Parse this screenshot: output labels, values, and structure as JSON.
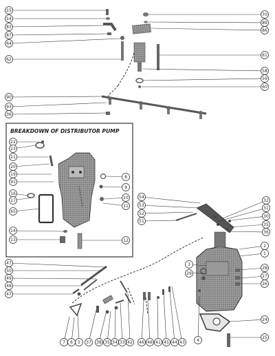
{
  "inset_title": "BREAKDOWN OF DISTRIBUTOR PUMP",
  "callouts": {
    "top_left": [
      "15",
      "14",
      "83",
      "87",
      "64",
      "62"
    ],
    "top_right": [
      "70",
      "89",
      "86",
      "61",
      "58",
      "59",
      "60"
    ],
    "rail": [
      "90",
      "93",
      "36"
    ],
    "inset_left": [
      "22",
      "23",
      "21",
      "20",
      "19",
      "91",
      "16",
      "17",
      "65",
      "14",
      "13"
    ],
    "inset_right": [
      "8",
      "9",
      "10",
      "11",
      "12"
    ],
    "mid": [
      "54",
      "53",
      "52",
      "51"
    ],
    "mid_right": [
      "32",
      "31",
      "30",
      "35",
      "36",
      "2",
      "1",
      "3",
      "29",
      "28",
      "27",
      "26"
    ],
    "lower_left": [
      "47",
      "50",
      "49",
      "48",
      "47"
    ],
    "bottom": [
      "7",
      "6",
      "5",
      "37",
      "38",
      "35",
      "34",
      "33",
      "42",
      "46",
      "46",
      "41",
      "45",
      "44",
      "43",
      "4"
    ],
    "bottom_right": [
      "24",
      "25"
    ]
  },
  "colors": {
    "ink": "#333333",
    "paper": "#ffffff",
    "part": "#8a8a8a",
    "part_dark": "#4a4a4a"
  }
}
